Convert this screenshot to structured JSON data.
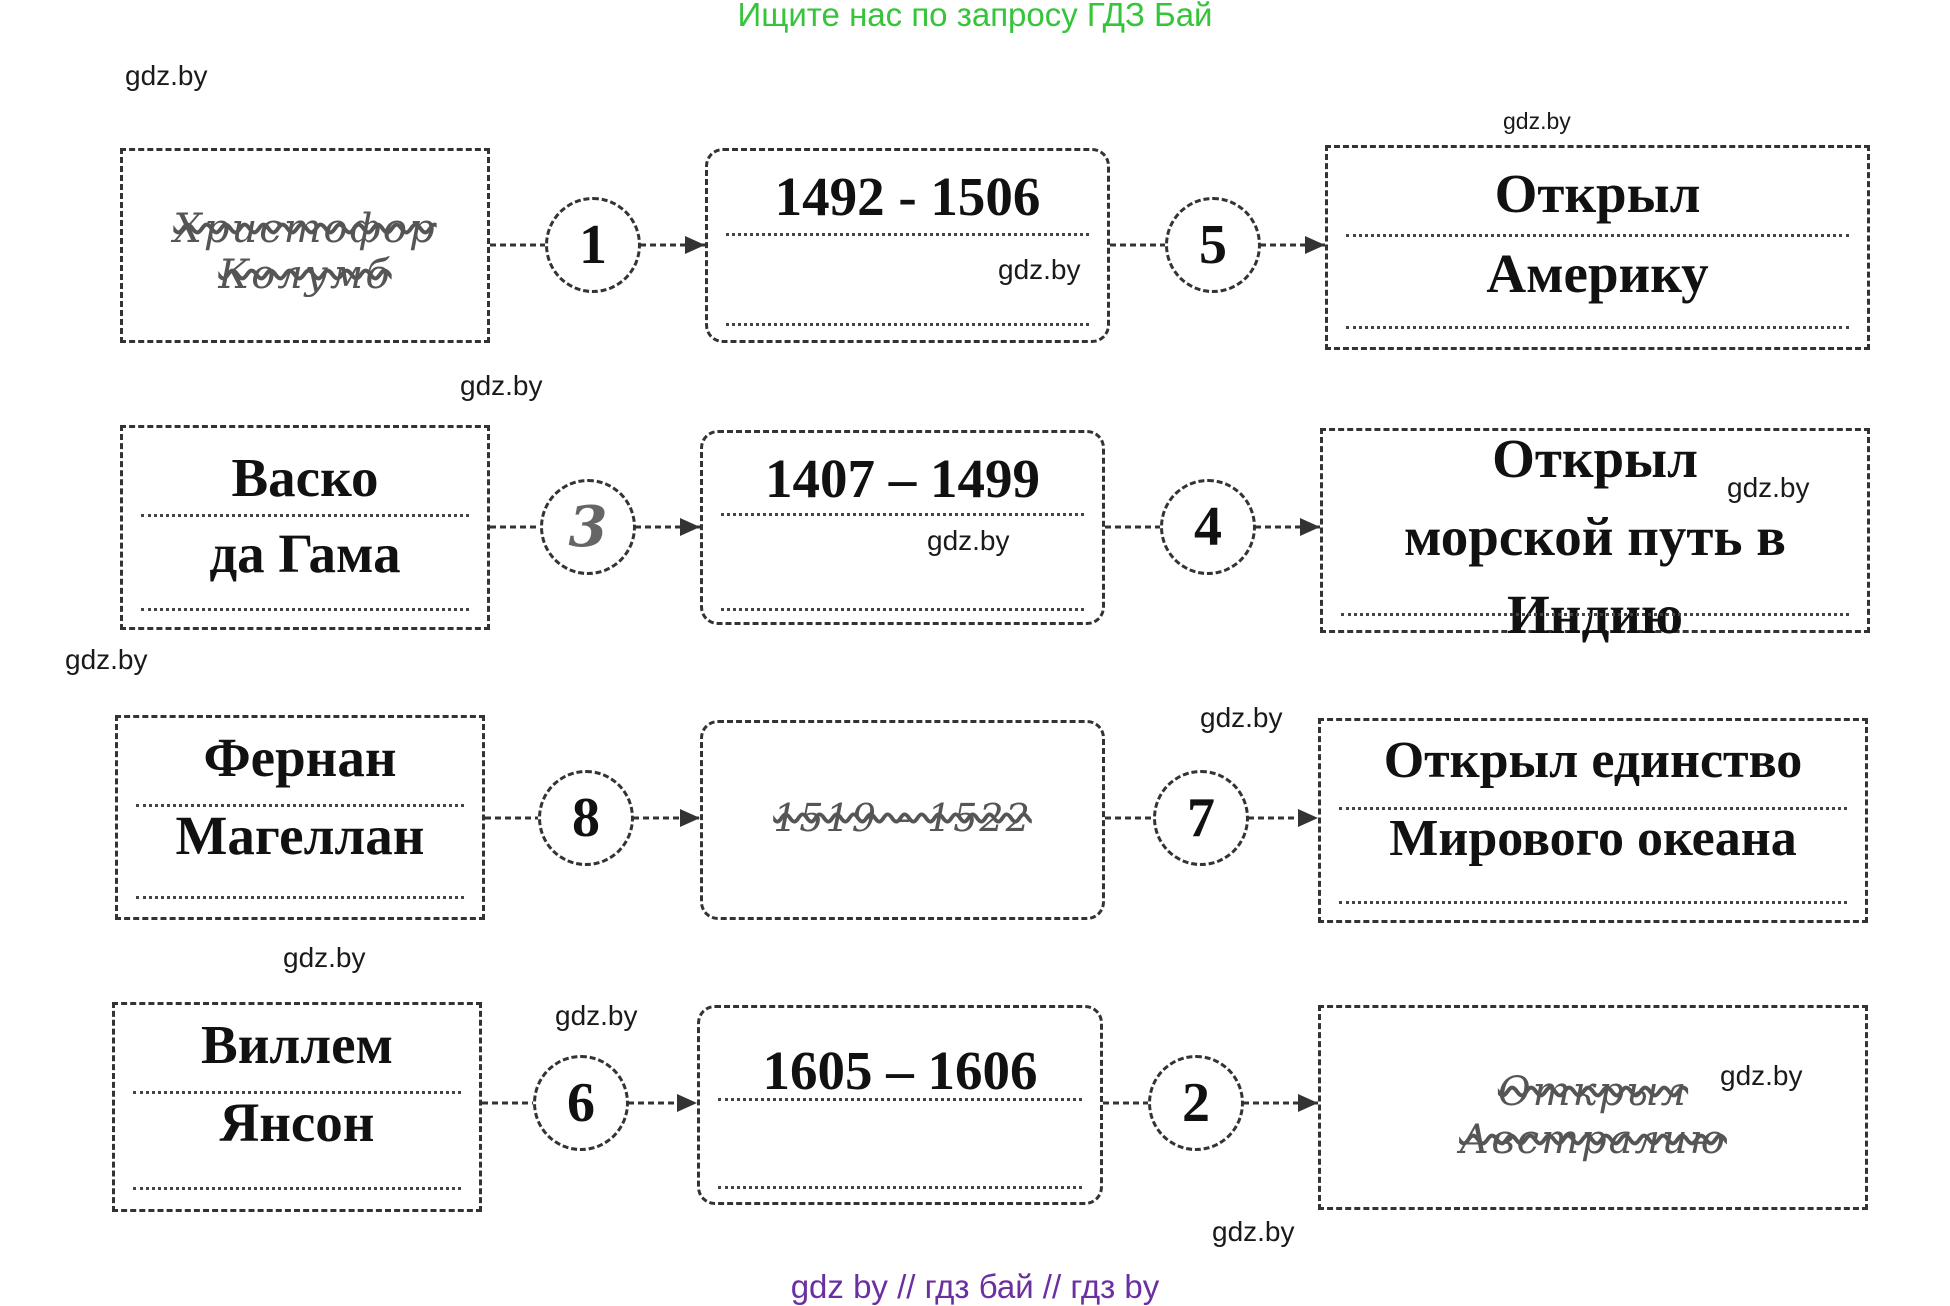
{
  "header": {
    "promo": "Ищите нас по запросу ГДЗ Бай"
  },
  "footer": {
    "sites": "gdz by  //  гдз бай  //  гдз by"
  },
  "watermark": "gdz.by",
  "rows": [
    {
      "person_lines": [
        "Христофор",
        "Колумб"
      ],
      "person_handwritten": true,
      "circle_left": "1",
      "dates": "1492 - 1506",
      "dates_handwritten": false,
      "circle_right": "5",
      "result_lines": [
        "Открыл",
        "Америку"
      ],
      "result_handwritten": false
    },
    {
      "person_lines": [
        "Васко",
        "да Гама"
      ],
      "person_handwritten": false,
      "circle_left": "3",
      "dates": "1407 – 1499",
      "dates_handwritten": false,
      "circle_right": "4",
      "result_lines": [
        "Открыл",
        "морской путь в",
        "Индию"
      ],
      "result_handwritten": false
    },
    {
      "person_lines": [
        "Фернан",
        "Магеллан"
      ],
      "person_handwritten": false,
      "circle_left": "8",
      "dates": "1519 – 1522",
      "dates_handwritten": true,
      "circle_right": "7",
      "result_lines": [
        "Открыл единство",
        "Мирового океана"
      ],
      "result_handwritten": false
    },
    {
      "person_lines": [
        "Виллем",
        "Янсон"
      ],
      "person_handwritten": false,
      "circle_left": "6",
      "dates": "1605 – 1606",
      "dates_handwritten": false,
      "circle_right": "2",
      "result_lines": [
        "Открыл",
        "Австралию"
      ],
      "result_handwritten": true
    }
  ]
}
